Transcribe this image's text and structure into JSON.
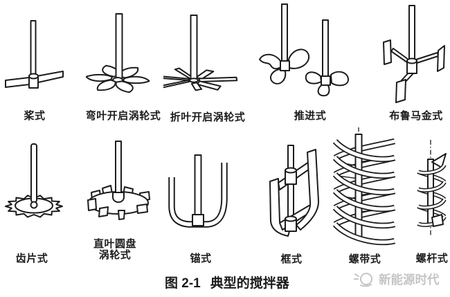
{
  "figure": {
    "caption": {
      "fig_no": "图 2-1",
      "title": "典型的搅拌器"
    },
    "mixers": [
      {
        "id": "paddle",
        "label": "桨式"
      },
      {
        "id": "curved-blade-open-turbine",
        "label": "弯叶开启涡轮式"
      },
      {
        "id": "pitched-blade-open-turbine",
        "label": "折叶开启涡轮式"
      },
      {
        "id": "propeller",
        "label": "推进式"
      },
      {
        "id": "brumagin",
        "label": "布鲁马金式"
      },
      {
        "id": "toothed-disc",
        "label": "齿片式"
      },
      {
        "id": "straight-blade-disc-turbine",
        "label": "直叶圆盘",
        "label2": "涡轮式"
      },
      {
        "id": "anchor",
        "label": "锚式"
      },
      {
        "id": "frame",
        "label": "框式"
      },
      {
        "id": "helical-ribbon",
        "label": "螺带式"
      },
      {
        "id": "screw",
        "label": "螺杆式"
      }
    ],
    "watermark": {
      "text": "新能源时代"
    },
    "colors": {
      "ink": "#1c1c1c",
      "watermark": "#c5c5c5",
      "background": "#ffffff"
    }
  }
}
